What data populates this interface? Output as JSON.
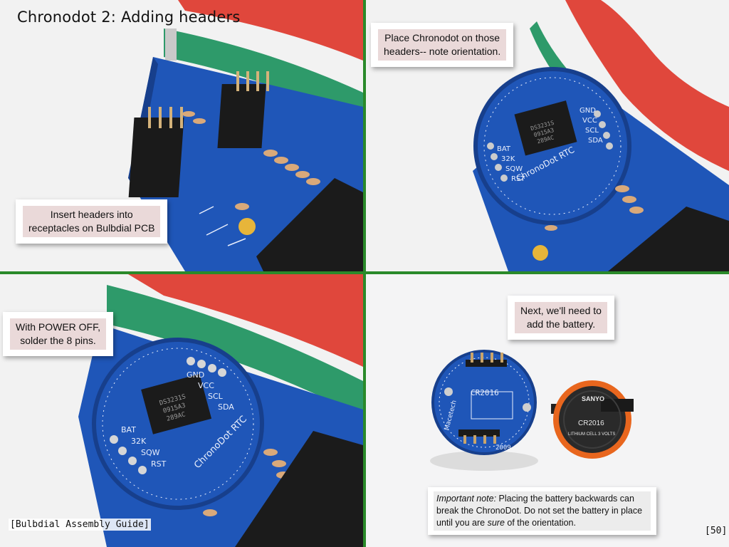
{
  "slide": {
    "title": "Chronodot 2: Adding headers",
    "footer_left": "[Bulbdial Assembly Guide]",
    "page_number": "[50]"
  },
  "panels": [
    {
      "caption_lines": [
        "Insert headers into",
        "receptacles on Bulbdial PCB"
      ]
    },
    {
      "caption_lines": [
        "Place Chronodot on those",
        "headers-- note orientation."
      ]
    },
    {
      "caption_lines": [
        "With POWER OFF,",
        "solder the 8 pins."
      ]
    },
    {
      "caption_lines": [
        "Next, we'll need to",
        "add the battery."
      ]
    }
  ],
  "note": {
    "label": "Important note:",
    "text_1": "  Placing the battery backwards can break the ChronoDot.  Do not set the battery in place until you are ",
    "emphasis": "sure",
    "text_2": " of the orientation."
  },
  "board_labels": {
    "chronodot": "ChronoDot RTC",
    "pins_right": [
      "GND",
      "VCC",
      "SCL",
      "SDA"
    ],
    "pins_left": [
      "BAT",
      "32K",
      "SQW",
      "RST"
    ],
    "battery_slot": "CR2016",
    "brand": "Macetech",
    "year": "2009",
    "battery_brand": "SANYO",
    "battery_model": "CR2016",
    "battery_desc": "LITHIUM CELL 3 VOLTS",
    "chip_text": [
      "DS3231S",
      "0915A3",
      "289AC"
    ]
  },
  "colors": {
    "pcb_blue": "#1f56b8",
    "ring_red": "#e0473c",
    "ring_green": "#2e9a6a",
    "divider_green": "#2a8a2a",
    "callout_fill": "#ead9d9",
    "battery_orange": "#e8661e"
  }
}
